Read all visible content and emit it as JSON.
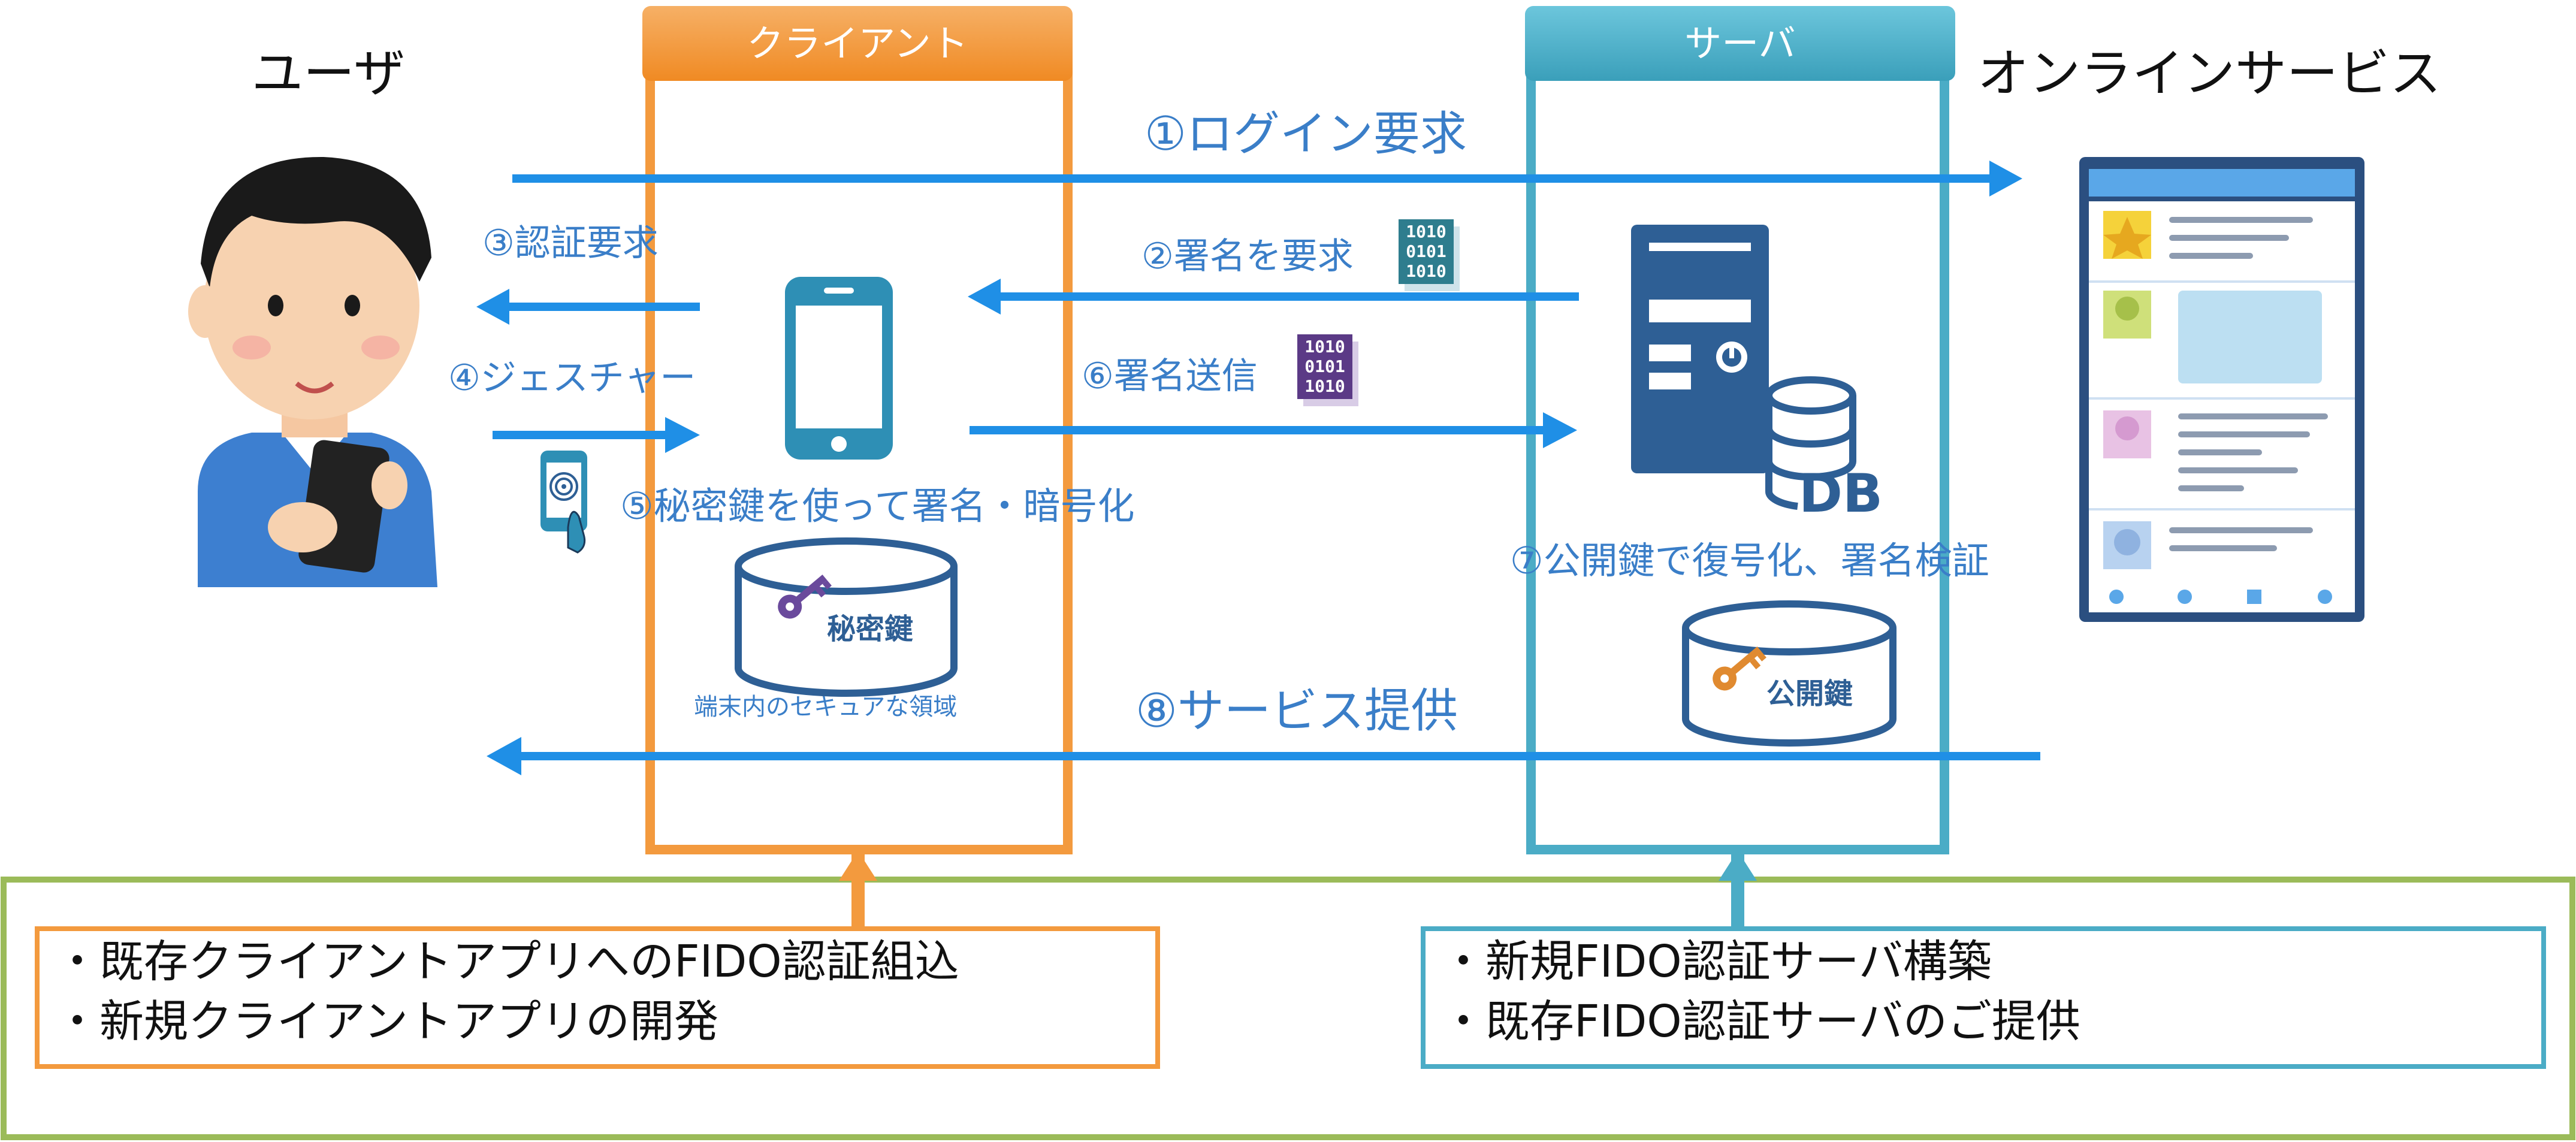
{
  "columns": {
    "user": "ユーザ",
    "client": "クライアント",
    "server": "サーバ",
    "online_service": "オンラインサービス"
  },
  "steps": {
    "s1": "①ログイン要求",
    "s2": "②署名を要求",
    "s3": "③認証要求",
    "s4": "④ジェスチャー",
    "s5": "⑤秘密鍵を使って署名・暗号化",
    "s6": "⑥署名送信",
    "s7": "⑦公開鍵で復号化、署名検証",
    "s8": "⑧サービス提供"
  },
  "storage": {
    "private_key": "秘密鍵",
    "secure_area": "端末内のセキュアな領域",
    "public_key": "公開鍵",
    "db": "DB"
  },
  "binary_badge": [
    "1010",
    "0101",
    "1010"
  ],
  "notes": {
    "client": [
      "・既存クライアントアプリへのFIDO認証組込",
      "・新規クライアントアプリの開発"
    ],
    "server": [
      "・新規FIDO認証サーバ構築",
      "・既存FIDO認証サーバのご提供"
    ]
  },
  "colors": {
    "client_orange": "#f39a3e",
    "server_teal": "#4bacc6",
    "arrow_blue": "#1f8fe6",
    "outer_green": "#9bbb59",
    "text_blue": "#3a7ec8",
    "icon_navy": "#2e5f95",
    "badge_purple": "#5b3a86",
    "badge_teal": "#2e7d8e"
  }
}
